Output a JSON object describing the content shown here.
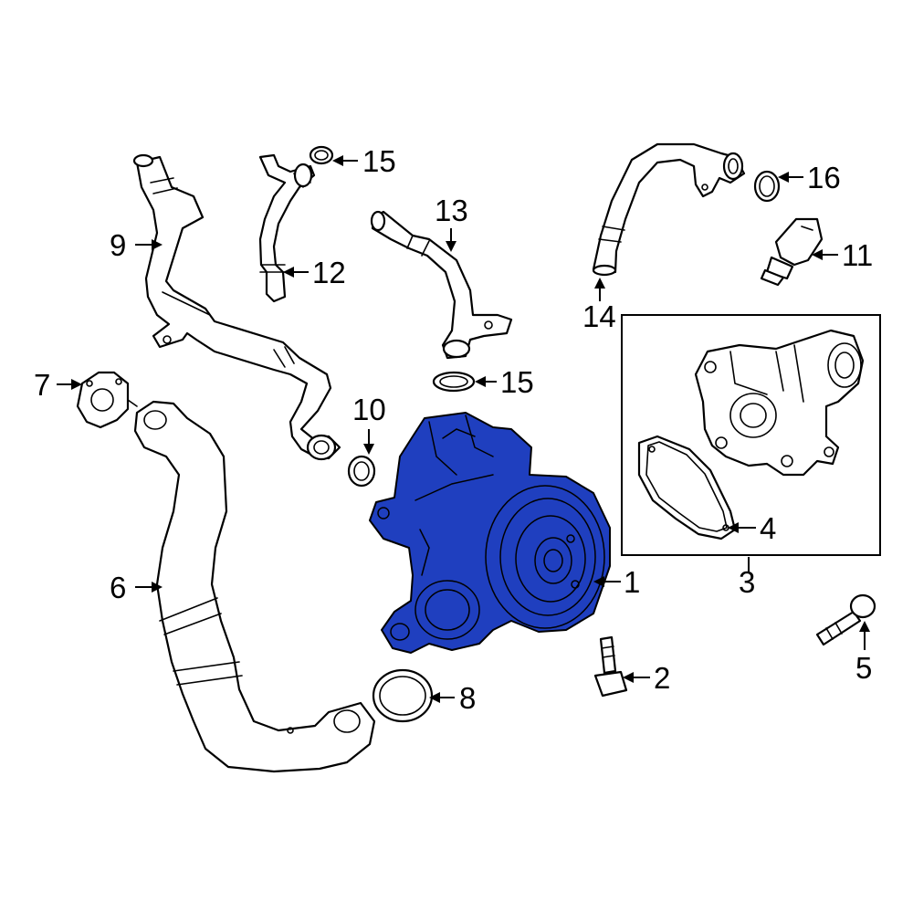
{
  "colors": {
    "highlight": "#1f3fbf",
    "line": "#000000",
    "background": "#ffffff"
  },
  "callouts": [
    {
      "id": "1",
      "label": "1"
    },
    {
      "id": "2",
      "label": "2"
    },
    {
      "id": "3",
      "label": "3"
    },
    {
      "id": "4",
      "label": "4"
    },
    {
      "id": "5",
      "label": "5"
    },
    {
      "id": "6",
      "label": "6"
    },
    {
      "id": "7",
      "label": "7"
    },
    {
      "id": "8",
      "label": "8"
    },
    {
      "id": "9",
      "label": "9"
    },
    {
      "id": "10",
      "label": "10"
    },
    {
      "id": "11",
      "label": "11"
    },
    {
      "id": "12",
      "label": "12"
    },
    {
      "id": "13",
      "label": "13"
    },
    {
      "id": "14",
      "label": "14"
    },
    {
      "id": "15a",
      "label": "15"
    },
    {
      "id": "15b",
      "label": "15"
    },
    {
      "id": "16",
      "label": "16"
    }
  ]
}
